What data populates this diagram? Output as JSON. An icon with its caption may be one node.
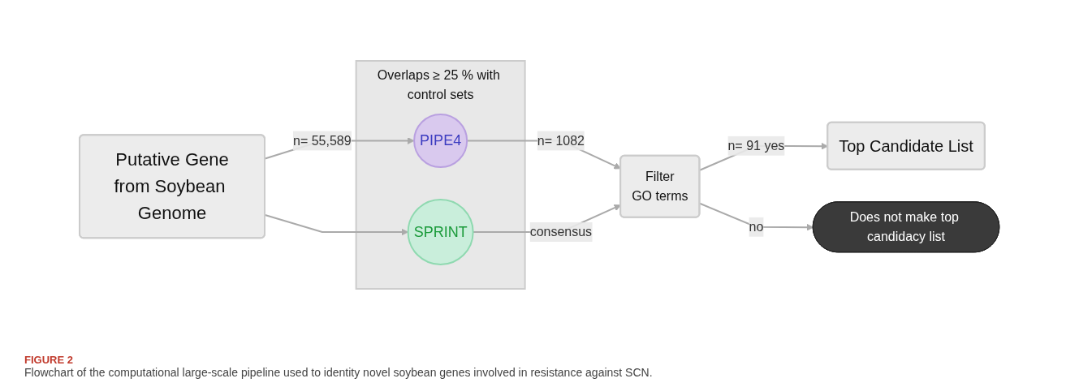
{
  "diagram": {
    "caption": "Flowchart of the computational large-scale pipeline used to identity novel soybean genes involved in resistance against SCN.",
    "nodes": [
      {
        "text": [
          "Putative Gene",
          "from Soybean Genome"
        ]
      },
      {
        "text": [
          "Overlaps ≥ 25 % with control sets"
        ]
      },
      {
        "text": [
          "PIPE4"
        ],
        "in": 1
      },
      {
        "text": [
          "SPRINT"
        ],
        "in": 1
      },
      {
        "text": [
          "Filter",
          "GO terms"
        ]
      },
      {
        "text": [
          "Top Candidate List"
        ]
      },
      {
        "text": [
          "Does not make top candidacy list"
        ]
      }
    ],
    "edges": [
      {
        "from": 0,
        "to": 2,
        "arrow": "to",
        "label": "n= 55,589"
      },
      {
        "from": 0,
        "to": 3,
        "arrow": "to"
      },
      {
        "from": 2,
        "to": 4,
        "arrow": "to",
        "label": "n= 1082"
      },
      {
        "from": 3,
        "to": 4,
        "arrow": "to",
        "label": "consensus"
      },
      {
        "from": 4,
        "to": 5,
        "arrow": "to",
        "label": "n= 91 yes"
      },
      {
        "from": 4,
        "to": 6,
        "arrow": "to",
        "label": "no"
      }
    ],
    "labels": [
      "FIGURE 2"
    ]
  }
}
